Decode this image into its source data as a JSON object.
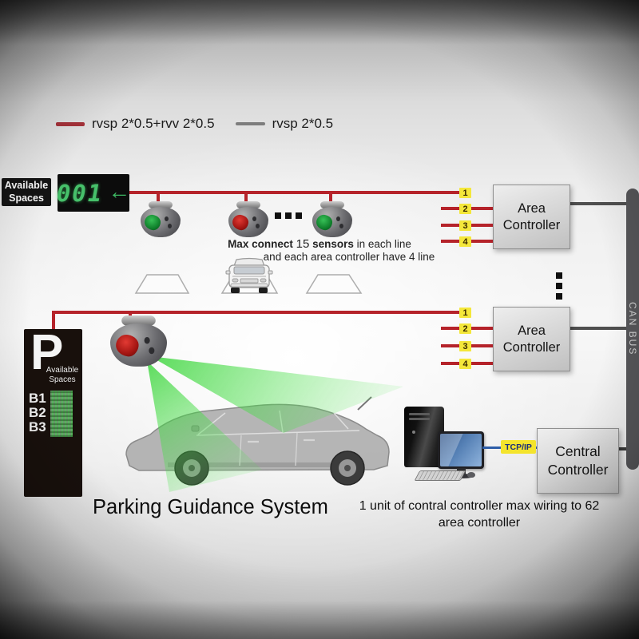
{
  "legend": {
    "items": [
      {
        "label": "rvsp 2*0.5+rvv 2*0.5",
        "color": "#a5323a"
      },
      {
        "label": "rvsp 2*0.5",
        "color": "#7d7d7d"
      }
    ]
  },
  "entrance_sign": {
    "line1": "Available",
    "line2": "Spaces"
  },
  "count_display": {
    "value": "001",
    "arrow_icon": "←"
  },
  "sensor_note": {
    "part1": "Max connect",
    "part2": "15",
    "part3": "sensors",
    "part4": "in each line",
    "line2": "and each area controller have 4 line"
  },
  "area_controller_1": {
    "label": "Area Controller",
    "terminals": [
      "1",
      "2",
      "3",
      "4"
    ]
  },
  "area_controller_2": {
    "label": "Area Controller",
    "terminals": [
      "1",
      "2",
      "3",
      "4"
    ]
  },
  "can_bus": {
    "label": "CAN BUS"
  },
  "parking_sign": {
    "p": "P",
    "line1": "Available",
    "line2": "Spaces",
    "levels": [
      "B1",
      "B2",
      "B3"
    ]
  },
  "network": {
    "tcpip_label": "TCP/IP"
  },
  "central_controller": {
    "label": "Central Controller"
  },
  "footer": {
    "title": "Parking Guidance System",
    "note_line1": "1 unit of contral controller max wiring to 62",
    "note_line2": "area controller"
  },
  "colors": {
    "wire_red": "#b5232a",
    "wire_gray": "#4f4f4f",
    "wire_blue": "#2d5da8",
    "terminal_yellow": "#f4e73a",
    "beam_green": "#2ed32e",
    "display_green": "#46c06a",
    "canbus_bg": "#565659"
  }
}
